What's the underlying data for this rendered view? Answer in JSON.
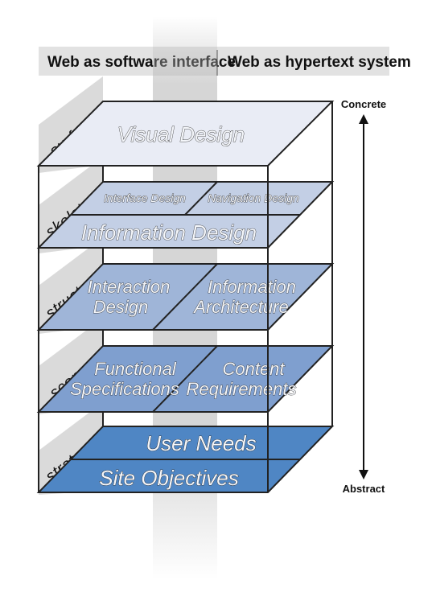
{
  "header": {
    "left": "Web as software interface",
    "right": "Web as hypertext system"
  },
  "axis": {
    "top": "Concrete",
    "bottom": "Abstract"
  },
  "planes": {
    "surface": {
      "label": "surface",
      "items": [
        "Visual Design"
      ]
    },
    "skeleton": {
      "label": "skeleton",
      "items": [
        "Interface Design",
        "Navigation Design",
        "Information Design"
      ]
    },
    "structure": {
      "label": "structure",
      "items": [
        "Interaction Design",
        "Information Architecture"
      ]
    },
    "scope": {
      "label": "scope",
      "items": [
        "Functional Specifications",
        "Content Requirements"
      ]
    },
    "strategy": {
      "label": "strategy",
      "items": [
        "User Needs",
        "Site Objectives"
      ]
    }
  },
  "colors": {
    "surface": "#e9ecf5",
    "skeleton": "#c3cfe5",
    "structure": "#9fb5d8",
    "scope": "#7f9fcf",
    "strategy": "#4f86c4"
  }
}
